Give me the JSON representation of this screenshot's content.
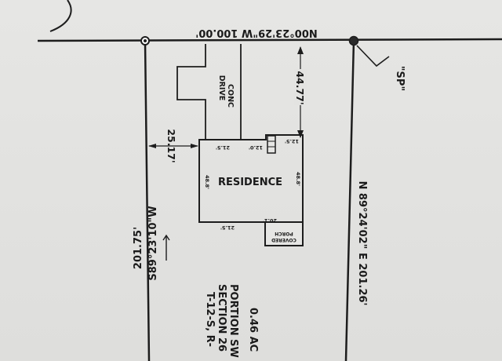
{
  "survey": {
    "north_bearing": "N00°23'29\"W 100.00'",
    "east_bearing": "N 89°24'02\" E 201.26'",
    "west_bearing": "S89°23'10\"W",
    "west_distance": "201.75'",
    "dist_north": "44.77'",
    "dist_west": "25.17'",
    "sp_label": "\"SP\"",
    "drive_line1": "CONC",
    "drive_line2": "DRIVE",
    "residence_label": "RESIDENCE",
    "porch_line1": "COVERED",
    "porch_line2": "PORCH",
    "dims": {
      "top_left": "21.5'",
      "top_mid": "12.0'",
      "top_right": "12.5'",
      "left": "48.8'",
      "right": "48.8'",
      "bottom_left": "21.5'",
      "bottom_right": "20.1'"
    },
    "acreage": "0.46 AC",
    "portion": "PORTION SW",
    "section": "SECTION 26",
    "township": "T-12-S, R-"
  }
}
